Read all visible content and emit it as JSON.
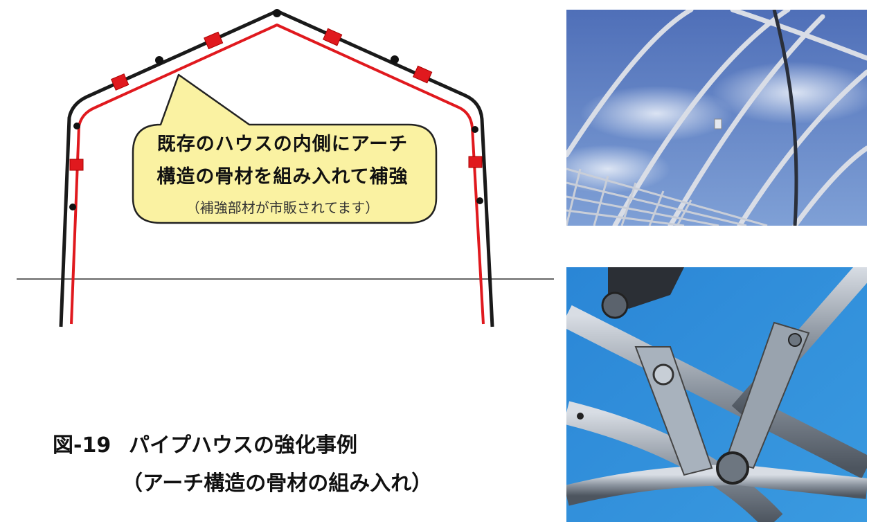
{
  "callout": {
    "line1": "既存のハウスの内側にアーチ",
    "line2": "構造の骨材を組み入れて補強",
    "line3": "（補強部材が市販されてます）"
  },
  "caption": {
    "number": "図-19",
    "title": "パイプハウスの強化事例",
    "subtitle": "（アーチ構造の骨材の組み入れ）"
  },
  "colors": {
    "outer_frame": "#1a1a1a",
    "inner_arch": "#e0191e",
    "connector": "#e0191e",
    "callout_fill": "#faf2a2",
    "sky_top": "#5a7fc4",
    "sky_bottom": "#2f8fd8"
  },
  "photos": [
    {
      "name": "arch-pipes-against-sky-photo"
    },
    {
      "name": "reinforcement-joint-closeup-photo"
    }
  ]
}
